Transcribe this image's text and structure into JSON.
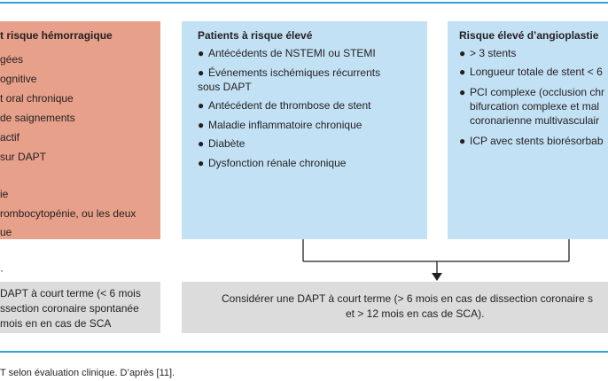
{
  "left_box": {
    "heading": "t risque hémorragique",
    "items": [
      "gées",
      "ognitive",
      "t oral chronique",
      "de saignements",
      "actif",
      "sur DAPT",
      "",
      "ie",
      "rombocytopénie, ou les deux",
      "ue"
    ]
  },
  "middle_box": {
    "heading": "Patients à risque élevé",
    "bullet": "●",
    "items": [
      {
        "lines": [
          "Antécédents de NSTEMI ou STEMI"
        ]
      },
      {
        "lines": [
          "Événements ischémiques récurrents",
          "sous DAPT"
        ]
      },
      {
        "lines": [
          "Antécédent de thrombose de stent"
        ]
      },
      {
        "lines": [
          "Maladie inflammatoire chronique"
        ]
      },
      {
        "lines": [
          "Diabète"
        ]
      },
      {
        "lines": [
          "Dysfonction rénale chronique"
        ]
      }
    ]
  },
  "right_box": {
    "heading": "Risque élevé d’angioplastie",
    "items": [
      {
        "lines": [
          "> 3 stents"
        ]
      },
      {
        "lines": [
          "Longueur totale de stent < 6"
        ]
      },
      {
        "lines": [
          "PCI complexe (occlusion chr",
          "bifurcation complexe et mal",
          "coronarienne multivasculair"
        ]
      },
      {
        "lines": [
          "ICP avec stents biorésorbab"
        ]
      }
    ]
  },
  "left_bottom": {
    "arrow_tip": "·",
    "lines": [
      " DAPT à court terme (< 6 mois",
      "ssection coronaire spontanée",
      "mois en en cas de SCA"
    ]
  },
  "right_bottom": {
    "lines": [
      "Considérer une DAPT à court terme (> 6 mois en cas de dissection coronaire s",
      "et > 12 mois en cas de SCA)."
    ]
  },
  "caption": "T selon évaluation clinique. D’après [11].",
  "colors": {
    "rule": "#2ea3d5",
    "salmon": "#e7a08a",
    "blue": "#c3e1f5",
    "gray": "#dcdcdc",
    "connector": "#231f20"
  }
}
